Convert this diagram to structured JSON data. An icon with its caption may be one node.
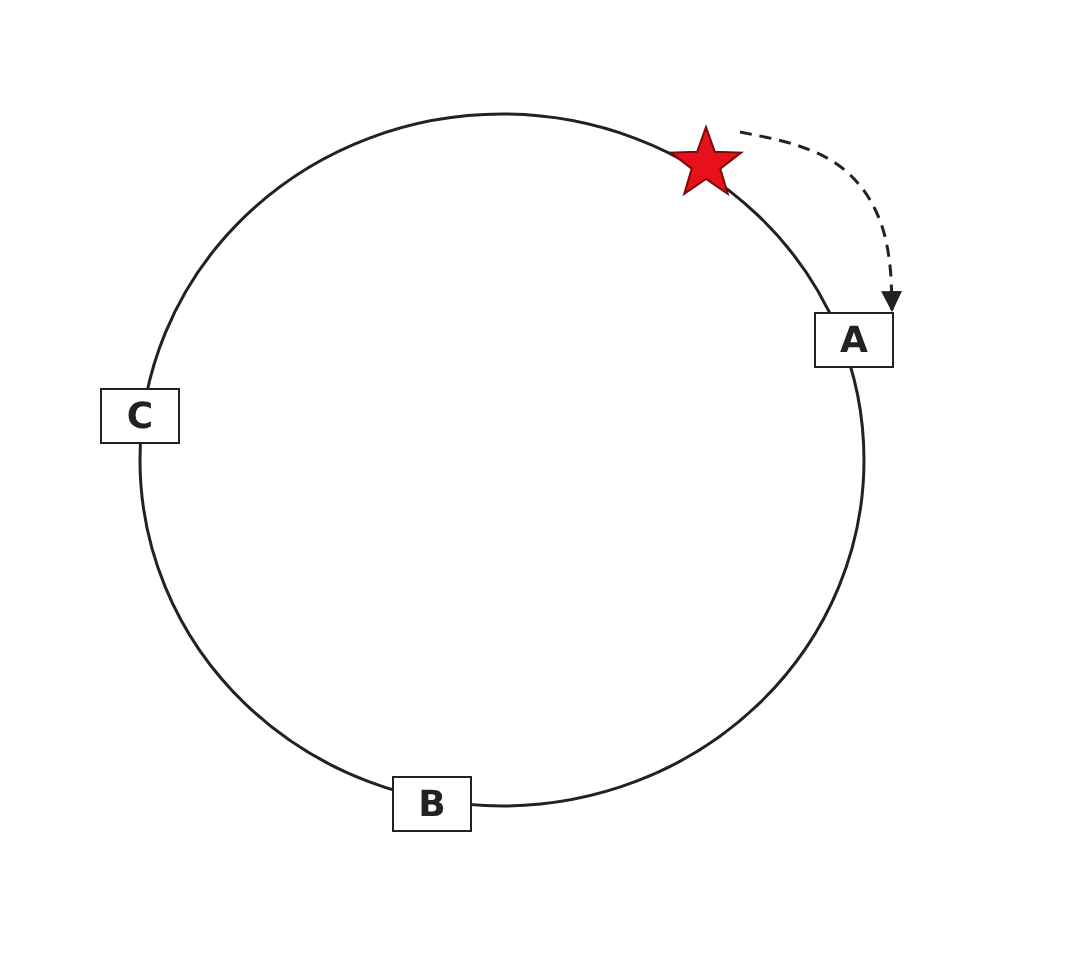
{
  "diagram": {
    "nodes": [
      {
        "text": [],
        "shape": "star"
      },
      {
        "text": [
          "A"
        ]
      },
      {
        "text": [
          "C"
        ]
      },
      {
        "text": [
          "B"
        ]
      }
    ],
    "edges": [
      {
        "from": 0,
        "to": 1,
        "arrow": "to",
        "style": "dashed"
      }
    ]
  }
}
